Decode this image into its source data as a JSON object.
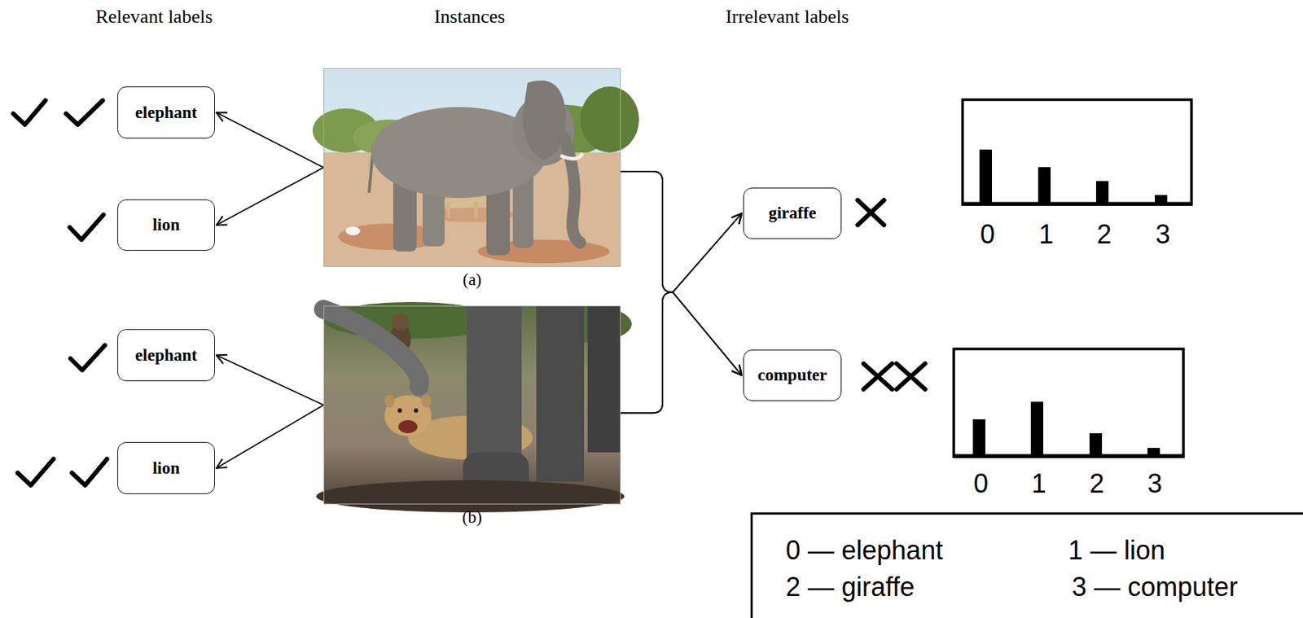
{
  "diagram": {
    "nodes": [
      {
        "text": [
          "elephant"
        ]
      },
      {
        "text": [
          "lion"
        ]
      },
      {
        "text": [
          "elephant"
        ]
      },
      {
        "text": [
          "lion"
        ]
      },
      {
        "text": [
          "(a)"
        ]
      },
      {
        "text": [
          "(b)"
        ]
      },
      {
        "text": [
          "giraffe"
        ]
      },
      {
        "text": [
          "computer"
        ]
      },
      {
        "text": [
          "0 — elephant",
          "1 — lion",
          "2 — giraffe",
          "3 — computer"
        ]
      }
    ],
    "edges": [
      {
        "from": 4,
        "to": 0,
        "arrow": "to"
      },
      {
        "from": 4,
        "to": 1,
        "arrow": "to"
      },
      {
        "from": 5,
        "to": 2,
        "arrow": "to"
      },
      {
        "from": 5,
        "to": 3,
        "arrow": "to"
      },
      {
        "from": 4,
        "to": 6,
        "arrow": "to"
      },
      {
        "from": 4,
        "to": 7,
        "arrow": "to"
      },
      {
        "from": 5,
        "to": 6,
        "arrow": "to"
      },
      {
        "from": 5,
        "to": 7,
        "arrow": "to"
      }
    ],
    "labels": [
      "Relevant labels",
      "Instances",
      "Irrelevant labels",
      "0",
      "1",
      "2",
      "3",
      "0",
      "1",
      "2",
      "3"
    ]
  }
}
